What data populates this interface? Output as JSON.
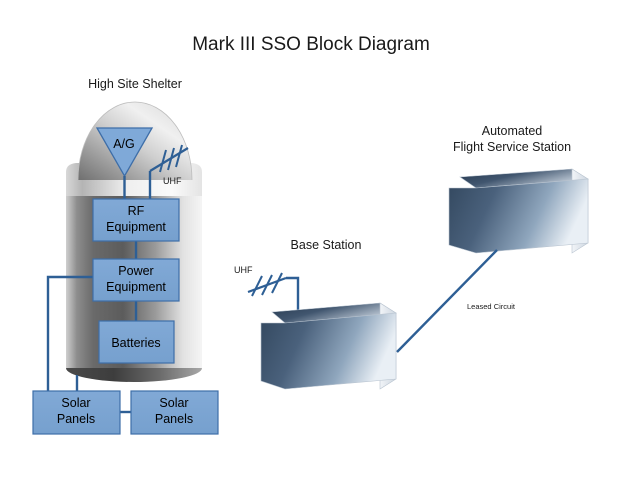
{
  "diagram": {
    "title": "Mark III SSO Block Diagram",
    "background_color": "#ffffff",
    "accent_blue": "#7ba7d7",
    "line_blue": "#2e5f95",
    "border_blue": "#3e6ea8",
    "building_dark": "#2b3f5c",
    "building_light": "#e8eef5",
    "shelter_gray_dark": "#4d4d4d",
    "shelter_gray_light": "#f2f2f2"
  },
  "groups": {
    "high_site_shelter": {
      "label": "High Site Shelter",
      "antennas": [
        {
          "name": "A/G",
          "label": "A/G",
          "type": "triangle-antenna"
        },
        {
          "name": "UHF",
          "label": "UHF",
          "type": "yagi-antenna"
        }
      ],
      "blocks": [
        {
          "label_line1": "RF",
          "label_line2": "Equipment"
        },
        {
          "label_line1": "Power",
          "label_line2": "Equipment"
        },
        {
          "label_line1": "Batteries",
          "label_line2": ""
        }
      ]
    },
    "solar": {
      "left": {
        "label_line1": "Solar",
        "label_line2": "Panels"
      },
      "right": {
        "label_line1": "Solar",
        "label_line2": "Panels"
      }
    },
    "base_station": {
      "label": "Base Station",
      "antenna_label": "UHF"
    },
    "afss": {
      "label_line1": "Automated",
      "label_line2": "Flight Service Station"
    }
  },
  "links": {
    "leased_circuit": "Leased Circuit"
  }
}
